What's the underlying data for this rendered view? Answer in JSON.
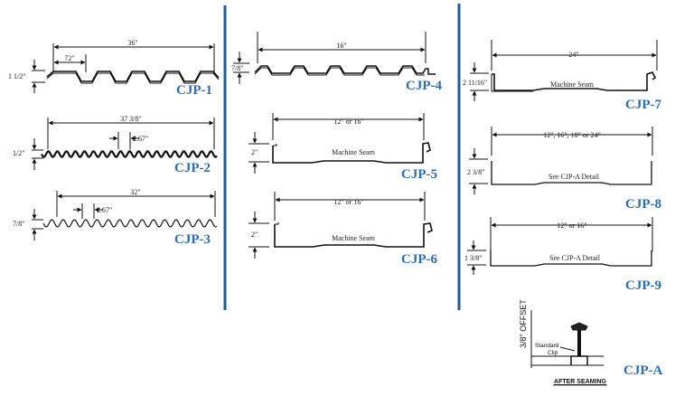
{
  "colors": {
    "label": "#2a6db0",
    "divider": "#1f5a99",
    "line": "#111111"
  },
  "panels": {
    "cjp1": {
      "label": "CJP-1",
      "height": "1 1/2\"",
      "width": "36\"",
      "pitch": "72\""
    },
    "cjp2": {
      "label": "CJP-2",
      "height": "1/2\"",
      "width": "37 3/8\"",
      "pitch": "2.67\""
    },
    "cjp3": {
      "label": "CJP-3",
      "height": "7/8\"",
      "width": "32\"",
      "pitch": "2.67\""
    },
    "cjp4": {
      "label": "CJP-4",
      "height": "7/8\"",
      "width": "16\""
    },
    "cjp5": {
      "label": "CJP-5",
      "height": "2\"",
      "width": "12\" or 16\"",
      "note": "Machine Seam"
    },
    "cjp6": {
      "label": "CJP-6",
      "height": "2\"",
      "width": "12\" or 16\"",
      "note": "Machine Seam"
    },
    "cjp7": {
      "label": "CJP-7",
      "height": "2 11/16\"",
      "width": "24\"",
      "note": "Machine Seam"
    },
    "cjp8": {
      "label": "CJP-8",
      "height": "2 3/8\"",
      "width": "12\", 16\", 18\" or 24\"",
      "note": "See CJP-A Detail"
    },
    "cjp9": {
      "label": "CJP-9",
      "height": "1 3/8\"",
      "width": "12\" or 16\"",
      "note": "See CJP-A Detail"
    },
    "cjpa": {
      "label": "CJP-A",
      "offset": "3/8\" OFFSET",
      "clip": "Standard Clip",
      "caption": "AFTER SEAMING"
    }
  }
}
